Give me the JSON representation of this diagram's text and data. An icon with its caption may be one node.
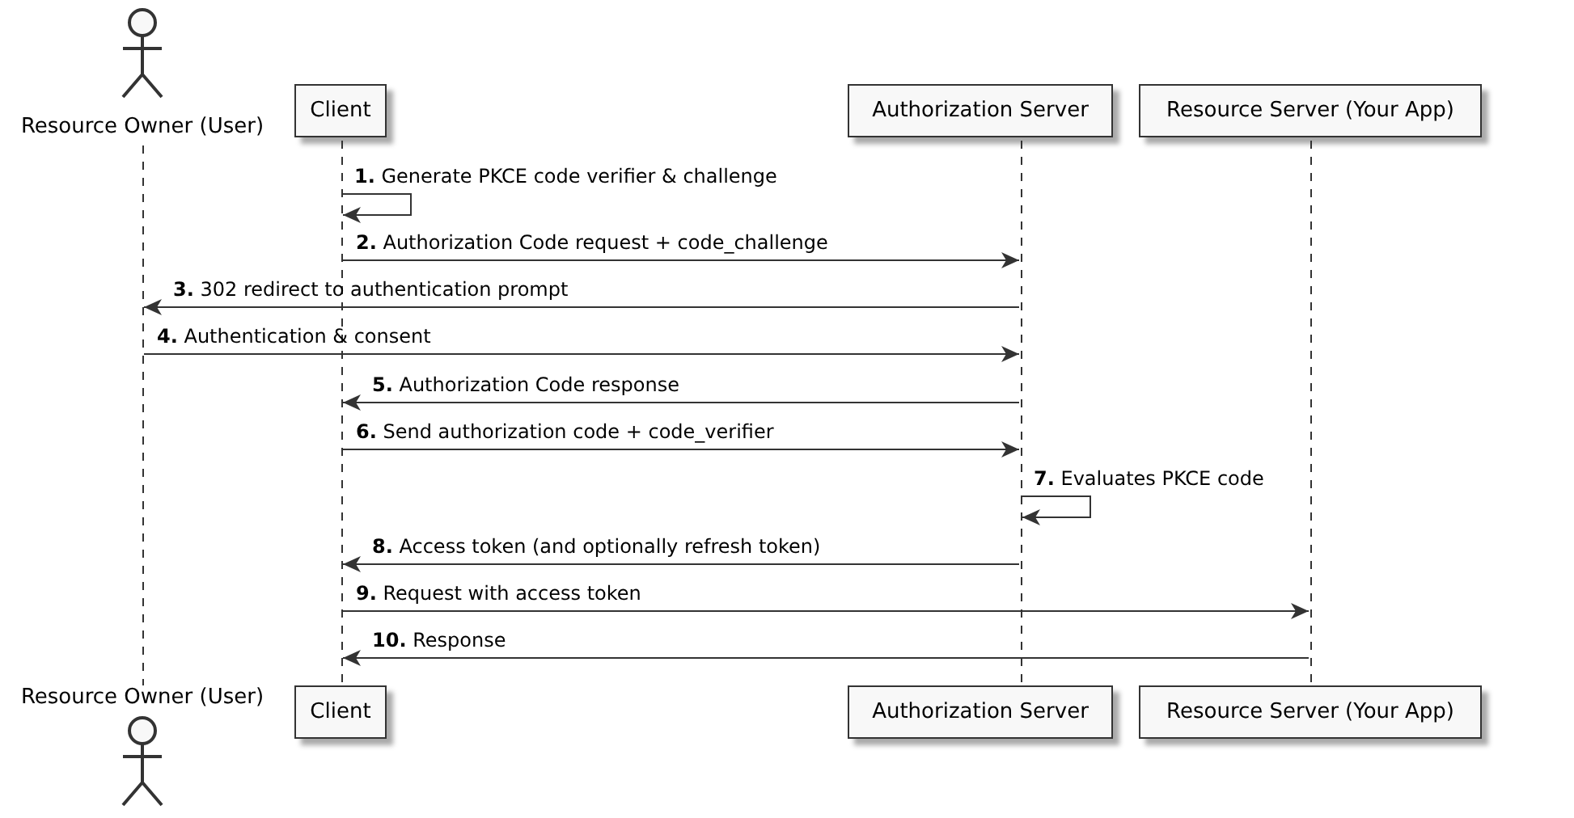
{
  "diagram": {
    "nodes": [
      {
        "text": [
          "Resource Owner (User)"
        ]
      },
      {
        "text": [
          "Client"
        ]
      },
      {
        "text": [
          "Authorization Server"
        ]
      },
      {
        "text": [
          "Resource Server (Your App)"
        ]
      },
      {
        "text": [],
        "shape": "line"
      },
      {
        "text": [],
        "shape": "line"
      },
      {
        "text": [],
        "shape": "line"
      },
      {
        "text": [],
        "shape": "line"
      },
      {
        "text": [
          "Resource Owner (User)"
        ]
      },
      {
        "text": [
          "Client"
        ]
      },
      {
        "text": [
          "Authorization Server"
        ]
      },
      {
        "text": [
          "Resource Server (Your App)"
        ]
      }
    ],
    "edges": [
      {
        "from": 5,
        "to": 5,
        "arrow": "to",
        "label": "**1.** Generate PKCE code verifier & challenge"
      },
      {
        "from": 5,
        "to": 6,
        "arrow": "to",
        "label": "**2.** Authorization Code request + code_challenge"
      },
      {
        "from": 6,
        "to": 4,
        "arrow": "to",
        "label": "**3.** 302 redirect to authentication prompt"
      },
      {
        "from": 4,
        "to": 6,
        "arrow": "to",
        "label": "**4.** Authentication & consent"
      },
      {
        "from": 6,
        "to": 5,
        "arrow": "to",
        "label": "**5.** Authorization Code response"
      },
      {
        "from": 5,
        "to": 6,
        "arrow": "to",
        "label": "**6.** Send authorization code + code_verifier"
      },
      {
        "from": 6,
        "to": 6,
        "arrow": "to",
        "label": "**7.** Evaluates PKCE code"
      },
      {
        "from": 6,
        "to": 5,
        "arrow": "to",
        "label": "**8.** Access token (and optionally refresh token)"
      },
      {
        "from": 5,
        "to": 7,
        "arrow": "to",
        "label": "**9.** Request with access token"
      },
      {
        "from": 7,
        "to": 5,
        "arrow": "to",
        "label": "**10.** Response"
      }
    ]
  }
}
